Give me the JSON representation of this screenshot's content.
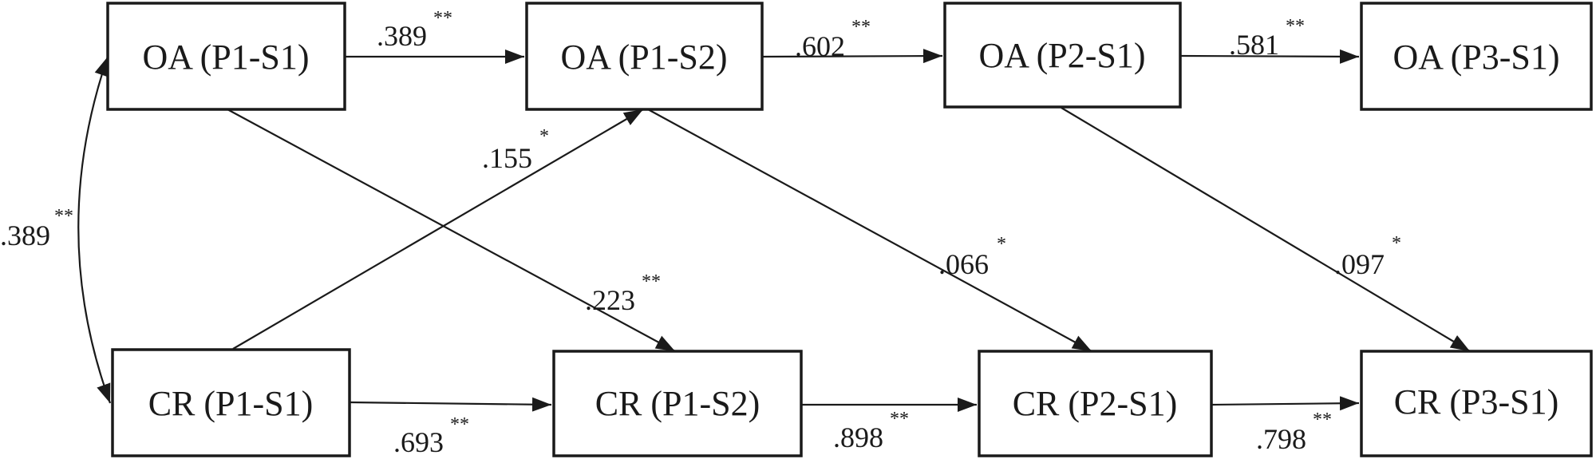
{
  "diagram": {
    "nodes": {
      "oa_p1s1": "OA (P1-S1)",
      "oa_p1s2": "OA (P1-S2)",
      "oa_p2s1": "OA (P2-S1)",
      "oa_p3s1": "OA (P3-S1)",
      "cr_p1s1": "CR (P1-S1)",
      "cr_p1s2": "CR (P1-S2)",
      "cr_p2s1": "CR (P2-S1)",
      "cr_p3s1": "CR (P3-S1)"
    },
    "paths": {
      "oa_p1s1_to_oa_p1s2": {
        "value": ".389",
        "sig": "**"
      },
      "oa_p1s2_to_oa_p2s1": {
        "value": ".602",
        "sig": "**"
      },
      "oa_p2s1_to_oa_p3s1": {
        "value": ".581",
        "sig": "**"
      },
      "cr_p1s1_to_cr_p1s2": {
        "value": ".693",
        "sig": "**"
      },
      "cr_p1s2_to_cr_p2s1": {
        "value": ".898",
        "sig": "**"
      },
      "cr_p2s1_to_cr_p3s1": {
        "value": ".798",
        "sig": "**"
      },
      "cr_p1s1_to_oa_p1s2": {
        "value": ".155",
        "sig": "*"
      },
      "oa_p1s1_to_cr_p1s2": {
        "value": ".223",
        "sig": "**"
      },
      "oa_p1s2_to_cr_p2s1": {
        "value": ".066",
        "sig": "*"
      },
      "oa_p2s1_to_cr_p3s1": {
        "value": ".097",
        "sig": "*"
      },
      "oa_p1s1_with_cr_p1s1": {
        "value": ".389",
        "sig": "**"
      }
    }
  }
}
